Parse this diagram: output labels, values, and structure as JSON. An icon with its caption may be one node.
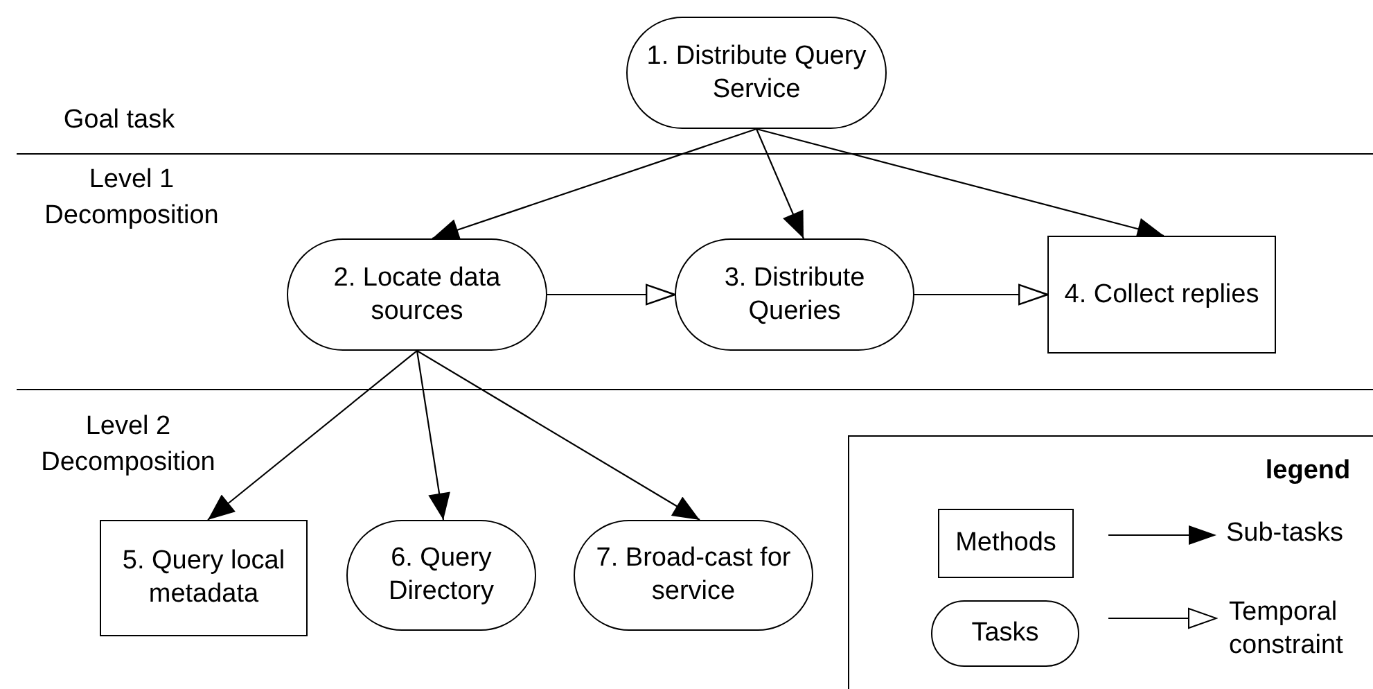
{
  "diagram": {
    "nodes": [
      {
        "text": [
          "1. Distribute Query Service"
        ]
      },
      {
        "text": [
          "2. Locate data sources"
        ]
      },
      {
        "text": [
          "3. Distribute Queries"
        ]
      },
      {
        "text": [
          "4. Collect replies"
        ]
      },
      {
        "text": [
          "5. Query local metadata"
        ]
      },
      {
        "text": [
          "6. Query Directory"
        ]
      },
      {
        "text": [
          "7. Broad-cast for service"
        ]
      }
    ],
    "edges": [
      {
        "from": 0,
        "to": 1,
        "arrow": "to"
      },
      {
        "from": 0,
        "to": 2,
        "arrow": "to"
      },
      {
        "from": 0,
        "to": 3,
        "arrow": "to"
      },
      {
        "from": 1,
        "to": 2,
        "arrow": "to"
      },
      {
        "from": 2,
        "to": 3,
        "arrow": "to"
      },
      {
        "from": 1,
        "to": 4,
        "arrow": "to"
      },
      {
        "from": 1,
        "to": 5,
        "arrow": "to"
      },
      {
        "from": 1,
        "to": 6,
        "arrow": "to"
      }
    ],
    "labels": [
      "Goal task",
      "Level 1 Decomposition",
      "Level 2 Decomposition",
      "legend"
    ],
    "legend": [
      {
        "text": "Methods"
      },
      {
        "text": "Tasks"
      },
      {
        "text": "Sub-tasks"
      },
      {
        "text": "Temporal constraint"
      }
    ]
  }
}
